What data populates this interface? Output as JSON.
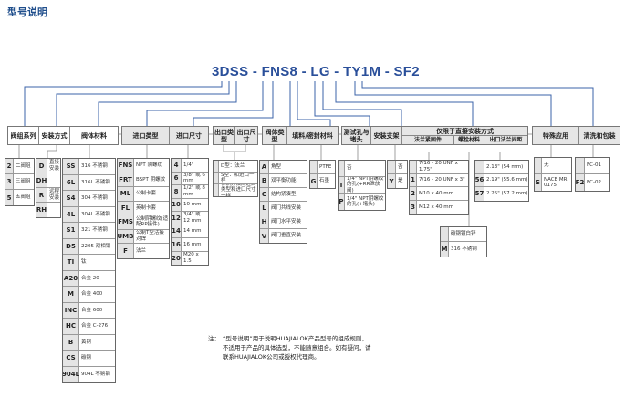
{
  "title": "型号说明",
  "model_code": "3DSS - FNS8 - LG - TY1M - SF2",
  "headers": {
    "valve_series": "阀组系列",
    "mounting": "安装方式",
    "body_material": "阀体材料",
    "inlet_type": "进口类型",
    "inlet_size": "进口尺寸",
    "outlet_type": "出口类型",
    "outlet_size": "出口尺寸",
    "body_type": "阀体类型",
    "packing": "填料/密封材料",
    "test_port": "测试孔与堵头",
    "bracket": "安装支架",
    "direct_mount": "仅限于直接安装方式",
    "flange_fastener": "法兰紧固件",
    "bolt_material": "螺栓材料",
    "flange_spacing": "出口法兰间距",
    "special": "特殊应用",
    "cleaning": "清洗和包装"
  },
  "tables": {
    "valve_series": [
      [
        "2",
        "二阀组"
      ],
      [
        "3",
        "三阀组"
      ],
      [
        "5",
        "五阀组"
      ]
    ],
    "mounting": [
      [
        "D",
        "直接安装"
      ],
      [
        "DH",
        ""
      ],
      [
        "R",
        "远程安装"
      ],
      [
        "RH",
        ""
      ]
    ],
    "body_material": [
      [
        "SS",
        "316 不锈钢"
      ],
      [
        "6L",
        "316L 不锈钢"
      ],
      [
        "S4",
        "304 不锈钢"
      ],
      [
        "4L",
        "304L 不锈钢"
      ],
      [
        "S1",
        "321 不锈钢"
      ],
      [
        "D5",
        "2205 双相钢"
      ],
      [
        "TI",
        "钛"
      ],
      [
        "A20",
        "合金 20"
      ],
      [
        "M",
        "合金 400"
      ],
      [
        "INC",
        "合金 600"
      ],
      [
        "HC",
        "合金 C-276"
      ],
      [
        "B",
        "黄铜"
      ],
      [
        "CS",
        "碳钢"
      ],
      [
        "904L",
        "904L 不锈钢"
      ]
    ],
    "inlet_type": [
      [
        "FNS",
        "NPT 阴螺纹"
      ],
      [
        "FRT",
        "BSPT 阴螺纹"
      ],
      [
        "ML",
        "公制卡套"
      ],
      [
        "FL",
        "英制卡套"
      ],
      [
        "FMS",
        "公制阴螺纹(适配RP接件)"
      ],
      [
        "UMB",
        "公制T型活接对焊"
      ],
      [
        "F",
        "法兰"
      ]
    ],
    "inlet_size": [
      [
        "4",
        "1/4\""
      ],
      [
        "6",
        "3/8\" 或 6 mm"
      ],
      [
        "8",
        "1/2\" 或 8 mm"
      ],
      [
        "10",
        "10 mm"
      ],
      [
        "12",
        "3/4\" 或 12 mm"
      ],
      [
        "14",
        "14 mm"
      ],
      [
        "16",
        "16 mm"
      ],
      [
        "20",
        "M20 x 1.5"
      ]
    ],
    "outlet": [
      [
        "",
        "D型：法兰"
      ],
      [
        "",
        "S型：和进口一样"
      ],
      [
        "",
        "标识方法同进口类型和进口尺寸一样"
      ]
    ],
    "body_type": [
      [
        "A",
        "角型"
      ],
      [
        "B",
        "双平衡功能"
      ],
      [
        "C",
        "结构紧凑型"
      ],
      [
        "L",
        "阀门共线安装"
      ],
      [
        "H",
        "阀门水平安装"
      ],
      [
        "V",
        "阀门垂直安装"
      ]
    ],
    "packing": [
      [
        "",
        "PTFE"
      ],
      [
        "G",
        "石墨"
      ]
    ],
    "test_port": [
      [
        "",
        "否"
      ],
      [
        "T",
        "1/4\" NPT阴螺纹的孔(+RR泄放阀)"
      ],
      [
        "P",
        "1/4\" NPT阴螺纹的孔(+堵头)"
      ]
    ],
    "bracket": [
      [
        "",
        "否"
      ],
      [
        "Y",
        "是"
      ]
    ],
    "flange_fastener": [
      [
        "",
        "7/16 - 20 UNF x 1.75\""
      ],
      [
        "1",
        "7/16 - 20 UNF x 3\""
      ],
      [
        "2",
        "M10 x 40 mm"
      ],
      [
        "3",
        "M12 x 40 mm"
      ]
    ],
    "bolt_material": [
      [
        "",
        "碳钢镀白锌"
      ],
      [
        "M",
        "316 不锈钢"
      ]
    ],
    "flange_spacing": [
      [
        "",
        "2.13\" (54 mm)"
      ],
      [
        "56",
        "2.19\" (55.6 mm)"
      ],
      [
        "57",
        "2.25\" (57.2 mm)"
      ]
    ],
    "special": [
      [
        "",
        "无"
      ],
      [
        "S",
        "NACE MR 0175"
      ]
    ],
    "cleaning": [
      [
        "",
        "FC-01"
      ],
      [
        "F2",
        "FC-02"
      ]
    ]
  },
  "note": {
    "prefix": "注：",
    "text": "“型号说明”用于说明HUAJIALOK产品型号的组成规则，不适用于产品的具体选型，不能随意组合。如有疑问，请联系HUAJIALOK公司或授权代理商。"
  },
  "colors": {
    "accent": "#2a4f9a",
    "line": "#3b63a8",
    "header_bg": "#e6e6e6"
  }
}
